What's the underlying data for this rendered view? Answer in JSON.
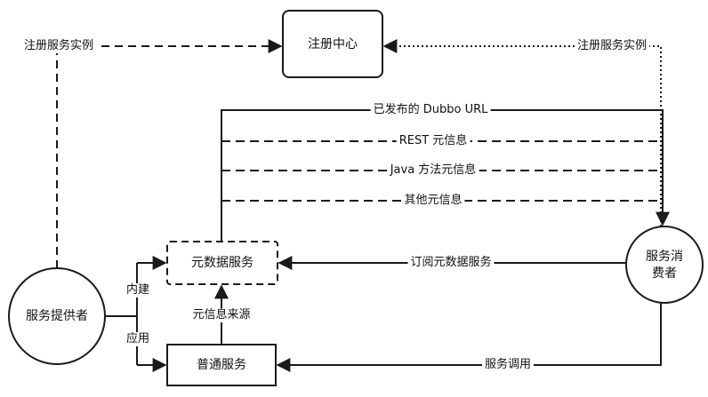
{
  "nodes": {
    "registry": "注册中心",
    "metadata_service": "元数据服务",
    "normal_service": "普通服务",
    "provider": "服务提供者",
    "consumer_line1": "服务消",
    "consumer_line2": "费者"
  },
  "edges": {
    "provider_register": "注册服务实例",
    "consumer_register": "注册服务实例",
    "published_url": "已发布的 Dubbo URL",
    "rest_meta": "REST 元信息",
    "java_meta": "Java 方法元信息",
    "other_meta": "其他元信息",
    "subscribe_meta": "订阅元数据服务",
    "builtin": "内建",
    "apply": "应用",
    "meta_source": "元信息来源",
    "service_call": "服务调用"
  },
  "colors": {
    "stroke": "#1a1a1a",
    "background": "#ffffff"
  }
}
